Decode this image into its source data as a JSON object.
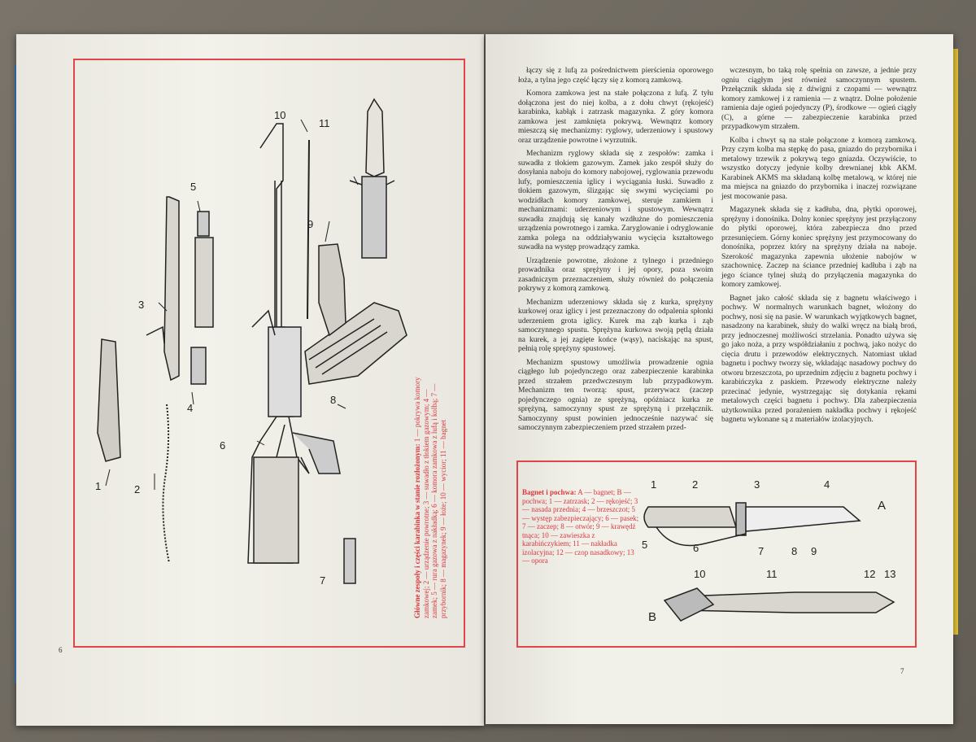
{
  "left_page": {
    "page_number": "6",
    "caption_title": "Główne zespoły i części karabinka w stanie rozłożonym:",
    "caption_text": "1 — pokrywa komory zamkowej; 2 — urządzenie powrotne; 3 — suwadło z tłokiem gazowym; 4 — zamek; 5 — rura gazowa z nakładką; 6 — komora zamkowa z lufą i kolbą; 7 — przybornik; 8 — magazynek; 9 — łoże; 10 — wycior; 11 — bagnet",
    "part_numbers": [
      "1",
      "2",
      "3",
      "4",
      "5",
      "6",
      "7",
      "8",
      "9",
      "10",
      "11"
    ]
  },
  "right_page": {
    "page_number": "7",
    "col1_paragraphs": [
      "łączy się z lufą za pośrednictwem pierścienia oporowego łoża, a tylna jego część łączy się z komorą zamkową.",
      "Komora zamkowa jest na stałe połączona z lufą. Z tyłu dołączona jest do niej kolba, a z dołu chwyt (rękojeść) karabinka, kabłąk i zatrzask magazynka. Z góry komora zamkowa jest zamknięta pokrywą. Wewnątrz komory mieszczą się mechanizmy: ryglowy, uderzeniowy i spustowy oraz urządzenie powrotne i wyrzutnik.",
      "Mechanizm ryglowy składa się z zespołów: zamka i suwadła z tłokiem gazowym. Zamek jako zespół służy do dosyłania naboju do komory nabojowej, ryglowania przewodu lufy, pomieszczenia iglicy i wyciągania łuski. Suwadło z tłokiem gazowym, ślizgając się swymi wycięciami po wodzidłach komory zamkowej, steruje zamkiem i mechanizmami: uderzeniowym i spustowym. Wewnątrz suwadła znajdują się kanały wzdłużne do pomieszczenia urządzenia powrotnego i zamka. Zaryglowanie i odryglowanie zamka polega na oddziaływaniu wycięcia kształtowego suwadła na występ prowadzący zamka.",
      "Urządzenie powrotne, złożone z tylnego i przedniego prowadnika oraz sprężyny i jej opory, poza swoim zasadniczym przeznaczeniem, służy również do połączenia pokrywy z komorą zamkową.",
      "Mechanizm uderzeniowy składa się z kurka, sprężyny kurkowej oraz iglicy i jest przeznaczony do odpalenia spłonki uderzeniem grota iglicy. Kurek ma ząb kurka i ząb samoczynnego spustu. Sprężyna kurkowa swoją pętlą działa na kurek, a jej zagięte końce (wąsy), naciskając na spust, pełnią rolę sprężyny spustowej.",
      "Mechanizm spustowy umożliwia prowadzenie ognia ciągłego lub pojedynczego oraz zabezpieczenie karabinka przed strzałem przedwczesnym lub przypadkowym. Mechanizm ten tworzą: spust, przerywacz (zaczep pojedynczego ognia) ze sprężyną, opóźniacz kurka ze sprężyną, samoczynny spust ze sprężyną i przełącznik. Samoczynny spust powinien jednocześnie nazywać się samoczynnym zabezpieczeniem przed strzałem przed-"
    ],
    "col2_paragraphs": [
      "wczesnym, bo taką rolę spełnia on zawsze, a jednie przy ogniu ciągłym jest również samoczynnym spustem. Przełącznik składa się z dźwigni z czopami — wewnątrz komory zamkowej i z ramienia — z wnątrz. Dolne położenie ramienia daje ogień pojedynczy (P), środkowe — ogień ciągły (C), a górne — zabezpieczenie karabinka przed przypadkowym strzałem.",
      "Kolba i chwyt są na stałe połączone z komorą zamkową. Przy czym kolba ma stępkę do pasa, gniazdo do przybornika i metalowy trzewik z pokrywą tego gniazda. Oczywiście, to wszystko dotyczy jedynie kolby drewnianej kbk AKM. Karabinek AKMS ma składaną kolbę metalową, w której nie ma miejsca na gniazdo do przybornika i inaczej rozwiązane jest mocowanie pasa.",
      "Magazynek składa się z kadłuba, dna, płytki oporowej, sprężyny i donośnika. Dolny koniec sprężyny jest przyłączony do płytki oporowej, która zabezpiecza dno przed przesunięciem. Górny koniec sprężyny jest przymocowany do donośnika, poprzez który na sprężyny działa na naboje. Szerokość magazynka zapewnia ułożenie nabojów w szachownicę. Zaczep na ściance przedniej kadłuba i ząb na jego ściance tylnej służą do przyłączenia magazynka do komory zamkowej.",
      "Bagnet jako całość składa się z bagnetu właściwego i pochwy. W normalnych warunkach bagnet, włożony do pochwy, nosi się na pasie. W warunkach wyjątkowych bagnet, nasadzony na karabinek, służy do walki wręcz na białą broń, przy jednoczesnej możliwości strzelania. Ponadto używa się go jako noża, a przy współdziałaniu z pochwą, jako nożyc do cięcia drutu i przewodów elektrycznych. Natomiast układ bagnetu i pochwy tworzy się, wkładając nasadowy pochwy do otworu brzeszczota, po uprzednim zdjęciu z bagnetu pochwy i karabińczyka z paskiem. Przewody elektryczne należy przecinać jedynie, wystrzegając się dotykania rękami metalowych części bagnetu i pochwy. Dla zabezpieczenia użytkownika przed porażeniem nakładka pochwy i rękojeść bagnetu wykonane są z materiałów izolacyjnych."
    ],
    "bayonet_caption_title": "Bagnet i pochwa:",
    "bayonet_caption_text": "A — bagnet; B — pochwa; 1 — zatrzask; 2 — rękojeść; 3 — nasada przednia; 4 — brzeszczot; 5 — występ zabezpieczający; 6 — pasek; 7 — zaczep; 8 — otwór; 9 — krawędź tnąca; 10 — zawieszka z karabińczykiem; 11 — nakładka izolacyjna; 12 — czop nasadkowy; 13 — opora",
    "bayonet_labels": [
      "1",
      "2",
      "3",
      "4",
      "5",
      "6",
      "7",
      "8",
      "9",
      "10",
      "11",
      "12",
      "13",
      "A",
      "B"
    ]
  }
}
